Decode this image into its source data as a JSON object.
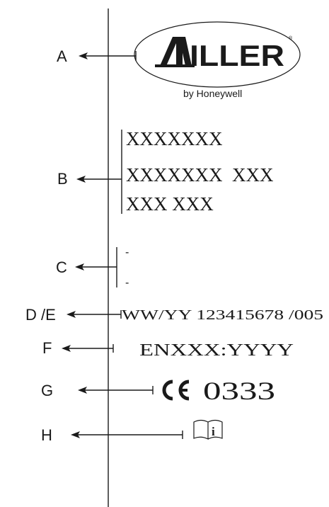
{
  "labels": {
    "a": "A",
    "b": "B",
    "c": "C",
    "de": "D /E",
    "f": "F",
    "g": "G",
    "h": "H"
  },
  "logo": {
    "brand": "MILLER",
    "brand_rest": "ILLER",
    "registered": "®",
    "tagline": "by Honeywell"
  },
  "product_lines": [
    "XXXXXXX",
    "XXXXXXX  XXX",
    "XXX XXX"
  ],
  "c_marks": [
    "-",
    "-"
  ],
  "serial_line": "WW/YY 123415678 /005",
  "standard_line": "ENXXX:YYYY",
  "ce": {
    "mark": "CE",
    "number": "0333"
  },
  "manual_icon": {
    "icon": "instruction-manual-icon",
    "glyph": "i"
  }
}
